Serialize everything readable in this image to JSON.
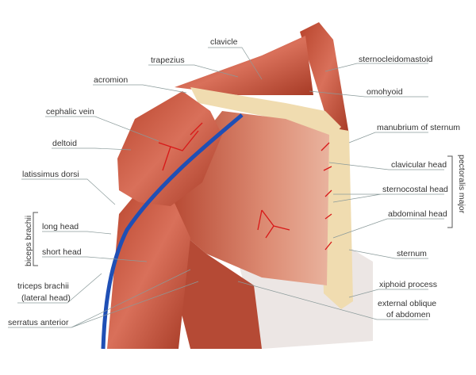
{
  "labels": {
    "clavicle": "clavicle",
    "trapezius": "trapezius",
    "acromion": "acromion",
    "cephalic_vein": "cephalic vein",
    "deltoid": "deltoid",
    "latissimus_dorsi": "latissimus dorsi",
    "biceps_brachii": "biceps brachii",
    "long_head": "long head",
    "short_head": "short head",
    "triceps_brachii": "triceps brachii",
    "triceps_lateral": "(lateral head)",
    "serratus_anterior": "serratus anterior",
    "sternocleidomastoid": "sternocleidomastoid",
    "omohyoid": "omohyoid",
    "manubrium": "manubrium of sternum",
    "clavicular_head": "clavicular head",
    "sternocostal_head": "sternocostal head",
    "abdominal_head": "abdominal head",
    "pectoralis_major": "pectoralis major",
    "sternum": "sternum",
    "xiphoid": "xiphoid process",
    "external_oblique_1": "external oblique",
    "external_oblique_2": "of abdomen"
  },
  "colors": {
    "muscle": "#c8553a",
    "muscle_light": "#e39a82",
    "bone": "#f0dcb0",
    "vein": "#1f4fb5",
    "artery": "#d81818",
    "leader": "#8a9a9a"
  }
}
